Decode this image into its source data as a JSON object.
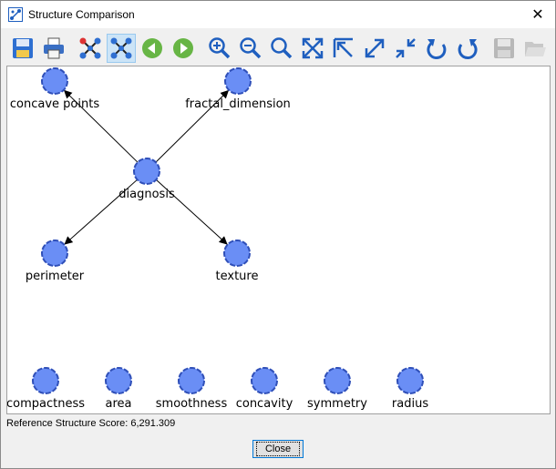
{
  "window": {
    "title": "Structure Comparison",
    "close_glyph": "✕"
  },
  "toolbar": {
    "buttons": [
      {
        "name": "save-icon",
        "tooltip": ""
      },
      {
        "name": "print-icon",
        "tooltip": ""
      },
      {
        "name": "graph-layout-icon",
        "tooltip": ""
      },
      {
        "name": "select-graph-icon",
        "tooltip": "",
        "pressed": true
      },
      {
        "name": "previous-icon",
        "tooltip": ""
      },
      {
        "name": "next-icon",
        "tooltip": ""
      },
      {
        "name": "zoom-in-icon",
        "tooltip": ""
      },
      {
        "name": "zoom-out-icon",
        "tooltip": ""
      },
      {
        "name": "zoom-fit-icon",
        "tooltip": ""
      },
      {
        "name": "fit-window-icon",
        "tooltip": ""
      },
      {
        "name": "arrow-up-left-icon",
        "tooltip": ""
      },
      {
        "name": "expand-icon",
        "tooltip": ""
      },
      {
        "name": "collapse-icon",
        "tooltip": ""
      },
      {
        "name": "rotate-left-icon",
        "tooltip": ""
      },
      {
        "name": "rotate-right-icon",
        "tooltip": ""
      },
      {
        "name": "save-disabled-icon",
        "tooltip": ""
      },
      {
        "name": "open-folder-disabled-icon",
        "tooltip": ""
      }
    ]
  },
  "graph": {
    "node_color": "#6a8ef5",
    "node_stroke": "#2f4fb8",
    "nodes": [
      {
        "id": "concave_points",
        "label": "concave points"
      },
      {
        "id": "fractal_dimension",
        "label": "fractal_dimension"
      },
      {
        "id": "diagnosis",
        "label": "diagnosis"
      },
      {
        "id": "perimeter",
        "label": "perimeter"
      },
      {
        "id": "texture",
        "label": "texture"
      },
      {
        "id": "compactness",
        "label": "compactness"
      },
      {
        "id": "area",
        "label": "area"
      },
      {
        "id": "smoothness",
        "label": "smoothness"
      },
      {
        "id": "concavity",
        "label": "concavity"
      },
      {
        "id": "symmetry",
        "label": "symmetry"
      },
      {
        "id": "radius",
        "label": "radius"
      }
    ],
    "edges": [
      {
        "from": "diagnosis",
        "to": "concave_points"
      },
      {
        "from": "diagnosis",
        "to": "fractal_dimension"
      },
      {
        "from": "diagnosis",
        "to": "perimeter"
      },
      {
        "from": "diagnosis",
        "to": "texture"
      }
    ]
  },
  "status": {
    "score_text": "Reference Structure Score: 6,291.309"
  },
  "footer": {
    "close_label": "Close"
  }
}
